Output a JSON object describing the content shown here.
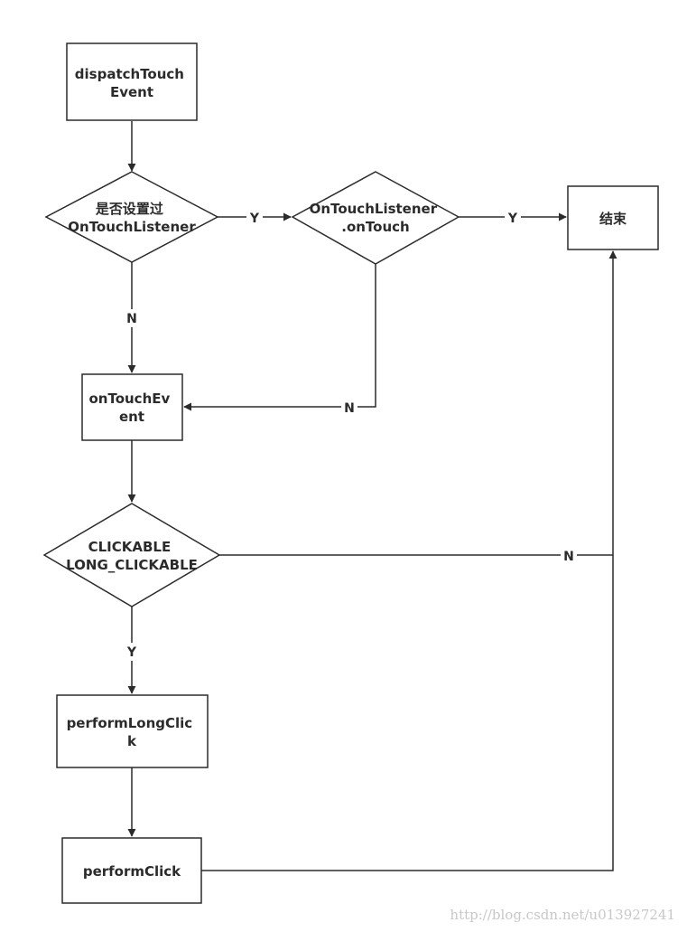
{
  "nodes": {
    "dispatch": {
      "lines": [
        "dispatchTouch",
        "Event"
      ]
    },
    "has_listener": {
      "lines": [
        "是否设置过",
        "OnTouchListener"
      ]
    },
    "on_touch": {
      "lines": [
        "OnTouchListener",
        ".onTouch"
      ]
    },
    "end": {
      "lines": [
        "结束"
      ]
    },
    "on_touch_event": {
      "lines": [
        "onTouchEv",
        "ent"
      ]
    },
    "clickable": {
      "lines": [
        "CLICKABLE",
        "LONG_CLICKABLE"
      ]
    },
    "perform_long_click": {
      "lines": [
        "performLongClic",
        "k"
      ]
    },
    "perform_click": {
      "lines": [
        "performClick"
      ]
    }
  },
  "edges": {
    "listener_yes": "Y",
    "listener_no": "N",
    "ontouch_yes": "Y",
    "ontouch_no": "N",
    "clickable_no": "N",
    "clickable_yes": "Y"
  },
  "watermark": "http://blog.csdn.net/u013927241",
  "colors": {
    "stroke": "#2b2b2b",
    "background": "#ffffff",
    "watermark": "#c8c8c8"
  }
}
